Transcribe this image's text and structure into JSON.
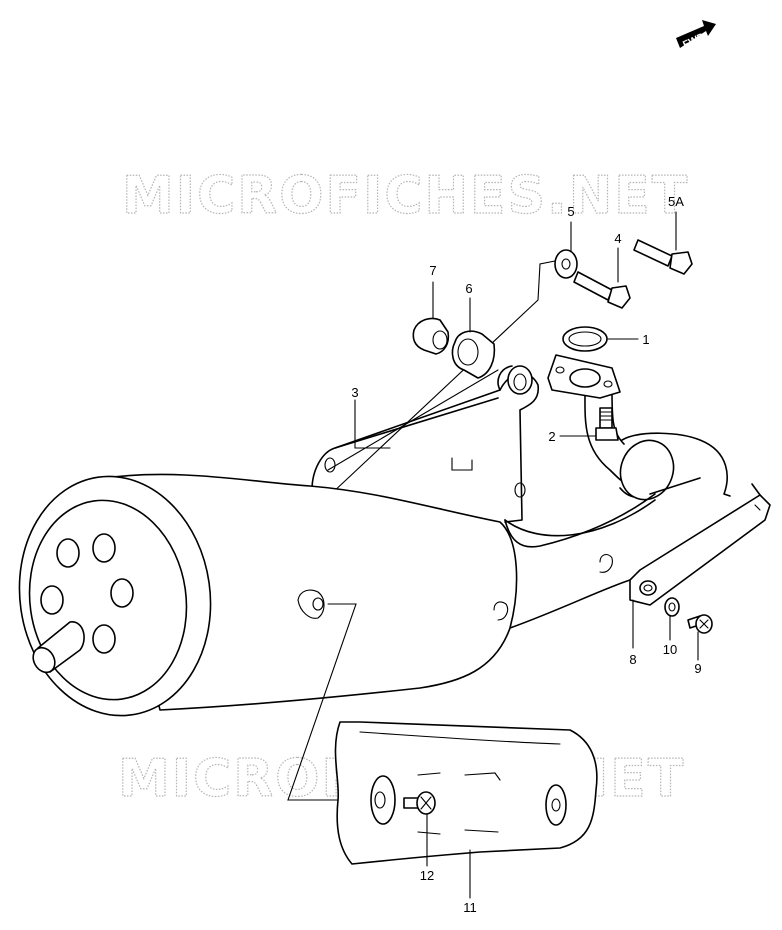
{
  "watermark": "MICROFICHES.NET",
  "fwd_badge": "FWD",
  "callouts": [
    {
      "id": "1",
      "label": "1"
    },
    {
      "id": "2",
      "label": "2"
    },
    {
      "id": "3",
      "label": "3"
    },
    {
      "id": "4",
      "label": "4"
    },
    {
      "id": "5",
      "label": "5"
    },
    {
      "id": "5A",
      "label": "5A"
    },
    {
      "id": "6",
      "label": "6"
    },
    {
      "id": "7",
      "label": "7"
    },
    {
      "id": "8",
      "label": "8"
    },
    {
      "id": "9",
      "label": "9"
    },
    {
      "id": "10",
      "label": "10"
    },
    {
      "id": "11",
      "label": "11"
    },
    {
      "id": "12",
      "label": "12"
    }
  ]
}
